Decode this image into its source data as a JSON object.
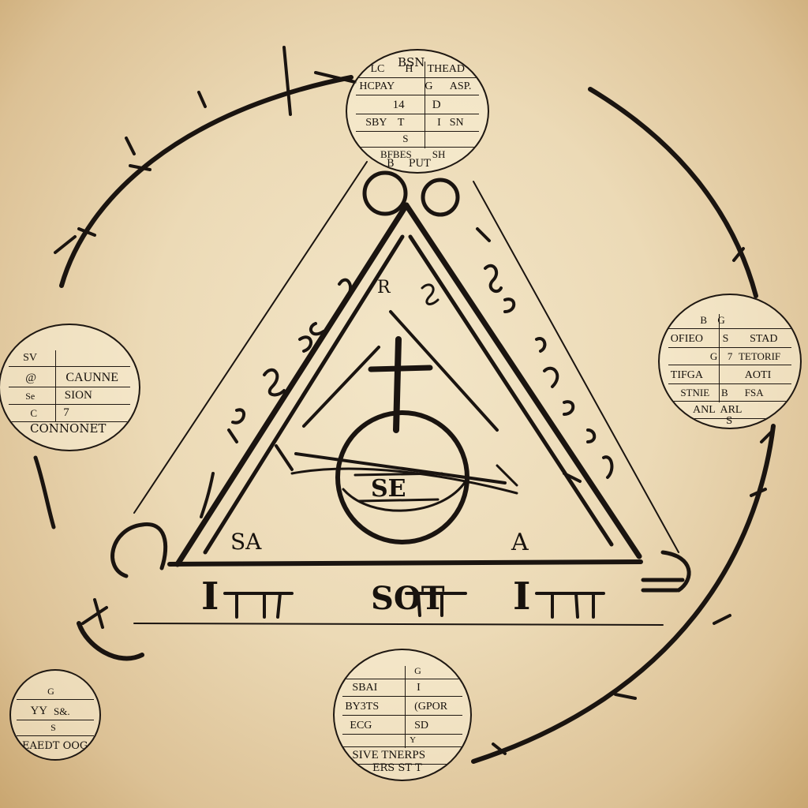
{
  "disc_top": {
    "header": "BSN",
    "r1": [
      "LC",
      "H",
      "THEAD"
    ],
    "r2": [
      "HCPAY",
      "G",
      "ASP."
    ],
    "r3": [
      "14",
      "D"
    ],
    "r4": [
      "SBY",
      "T",
      "I",
      "SN"
    ],
    "r5": [
      "S"
    ],
    "r6": [
      "BFBES",
      "SH"
    ],
    "r7": [
      "B",
      "PUT"
    ]
  },
  "disc_left": {
    "r1": [
      "SV"
    ],
    "r2": [
      "@",
      "CAUNNE"
    ],
    "r3": [
      "Se",
      "SION"
    ],
    "r4": [
      "C",
      "7"
    ],
    "footer": "CONNONET"
  },
  "disc_right": {
    "r1": [
      "B",
      "G"
    ],
    "r2": [
      "OFIEO",
      "S",
      "STAD"
    ],
    "r3": [
      "G",
      "7",
      "TETORIF"
    ],
    "r4": [
      "TIFGA",
      "AOTI"
    ],
    "r5": [
      "STNIE",
      "B",
      "FSA"
    ],
    "r6": [
      "ANL",
      "ARL"
    ],
    "r7": [
      "S"
    ]
  },
  "disc_bottom_left": {
    "r1": [
      "G"
    ],
    "r2": [
      "YY",
      "S&."
    ],
    "r3": [
      "S"
    ],
    "footer": "EAEDT OOG"
  },
  "disc_bottom_center": {
    "r1": [
      "G"
    ],
    "r2": [
      "SBAI",
      "I"
    ],
    "r3": [
      "BY3TS",
      "(GPOR"
    ],
    "r4": [
      "ECG",
      "SD"
    ],
    "r5": [
      "Y"
    ],
    "r6": "SIVE TNERPS",
    "r7": "ERS ST T"
  },
  "triangle": {
    "center_label": "SE",
    "left_corner": "SA",
    "right_corner": "A",
    "top_mark": "R"
  },
  "base_script": [
    "I",
    "SOT",
    "I"
  ]
}
